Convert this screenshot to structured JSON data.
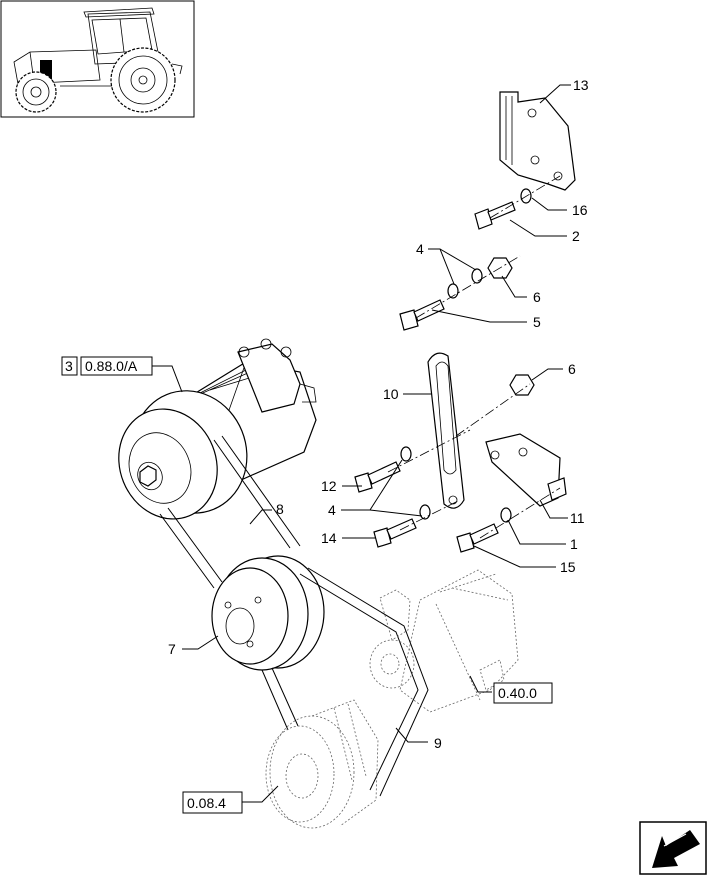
{
  "callouts": {
    "n1": "1",
    "n2": "2",
    "n4a": "4",
    "n4b": "4",
    "n5": "5",
    "n6a": "6",
    "n6b": "6",
    "n7": "7",
    "n8": "8",
    "n9": "9",
    "n10": "10",
    "n11": "11",
    "n12": "12",
    "n13": "13",
    "n14": "14",
    "n15": "15",
    "n16": "16"
  },
  "references": {
    "compressor_qty": "3",
    "compressor_ref": "0.88.0/A",
    "alternator_ref": "0.40.0",
    "water_pump_ref": "0.08.4"
  },
  "icons": {
    "thumbnail": "tractor-thumbnail-icon",
    "navigation": "next-page-arrow-icon"
  }
}
